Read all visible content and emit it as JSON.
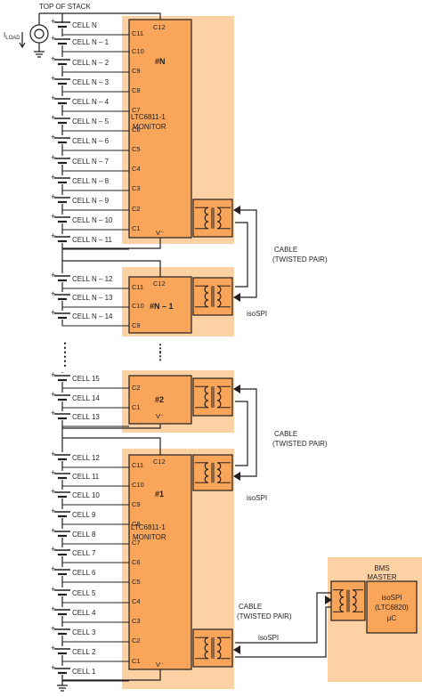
{
  "labels": {
    "top_of_stack": "TOP OF STACK",
    "iload": "I",
    "iload_sub": "LOAD",
    "cable_1": "CABLE",
    "cable_1b": "(TWISTED PAIR)",
    "cable_2": "CABLE",
    "cable_2b": "(TWISTED PAIR)",
    "cable_3": "CABLE",
    "cable_3b": "(TWISTED PAIR)",
    "isospi_1": "isoSPI",
    "isospi_2": "isoSPI",
    "isospi_3": "isoSPI",
    "plus": "+",
    "dots": "⋮",
    "vminus": "V⁻"
  },
  "cells": [
    "CELL N",
    "CELL N – 1",
    "CELL N – 2",
    "CELL N – 3",
    "CELL N – 4",
    "CELL N – 5",
    "CELL N – 6",
    "CELL N – 7",
    "CELL N – 8",
    "CELL N – 9",
    "CELL N – 10",
    "CELL N – 11",
    "CELL N – 12",
    "CELL N – 13",
    "CELL N – 14",
    "CELL 15",
    "CELL 14",
    "CELL 13",
    "CELL 12",
    "CELL 11",
    "CELL 10",
    "CELL 9",
    "CELL 8",
    "CELL 7",
    "CELL 6",
    "CELL 5",
    "CELL 4",
    "CELL 3",
    "CELL 2",
    "CELL 1"
  ],
  "pins_full": [
    "C12",
    "C11",
    "C10",
    "C9",
    "C8",
    "C7",
    "C6",
    "C5",
    "C4",
    "C3",
    "C2",
    "C1"
  ],
  "ics": {
    "top": {
      "name": "#N",
      "part": "LTC6811-1",
      "function": "MONITOR"
    },
    "n1": {
      "name": "#N – 1"
    },
    "two": {
      "name": "#2"
    },
    "one": {
      "name": "#1",
      "part": "LTC6811-1",
      "function": "MONITOR"
    }
  },
  "bms": {
    "title": "BMS",
    "title2": "MASTER",
    "line1": "isoSPI",
    "line2": "(LTC6820)",
    "line3": "μC"
  },
  "colors": {
    "ic_fill": "#f9a65a",
    "shade": "#fcd2a5",
    "line": "#231f20"
  }
}
